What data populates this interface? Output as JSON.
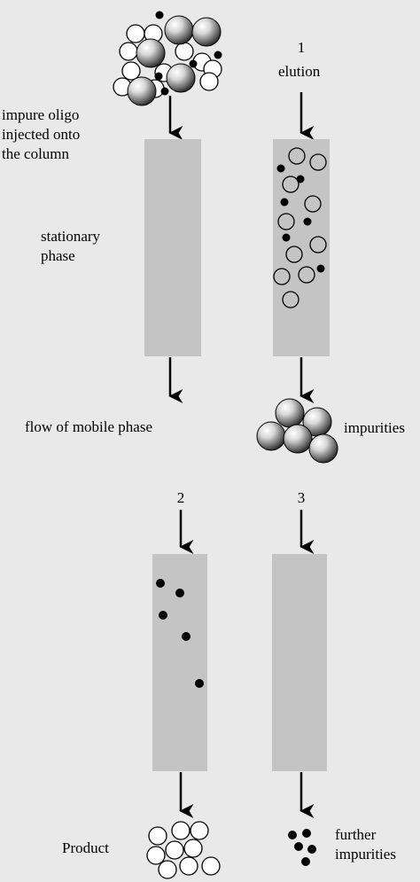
{
  "labels": {
    "impure_line1": "impure oligo",
    "impure_line2": "injected onto",
    "impure_line3": "the column",
    "stationary_line1": "stationary",
    "stationary_line2": "phase",
    "flow": "flow of mobile phase",
    "elution": "elution",
    "impurities": "impurities",
    "product": "Product",
    "further_line1": "further",
    "further_line2": "impurities"
  },
  "steps": {
    "one": "1",
    "two": "2",
    "three": "3"
  },
  "colors": {
    "background": "#e9e9e9",
    "column": "#c4c4c4",
    "ink": "#000000"
  }
}
